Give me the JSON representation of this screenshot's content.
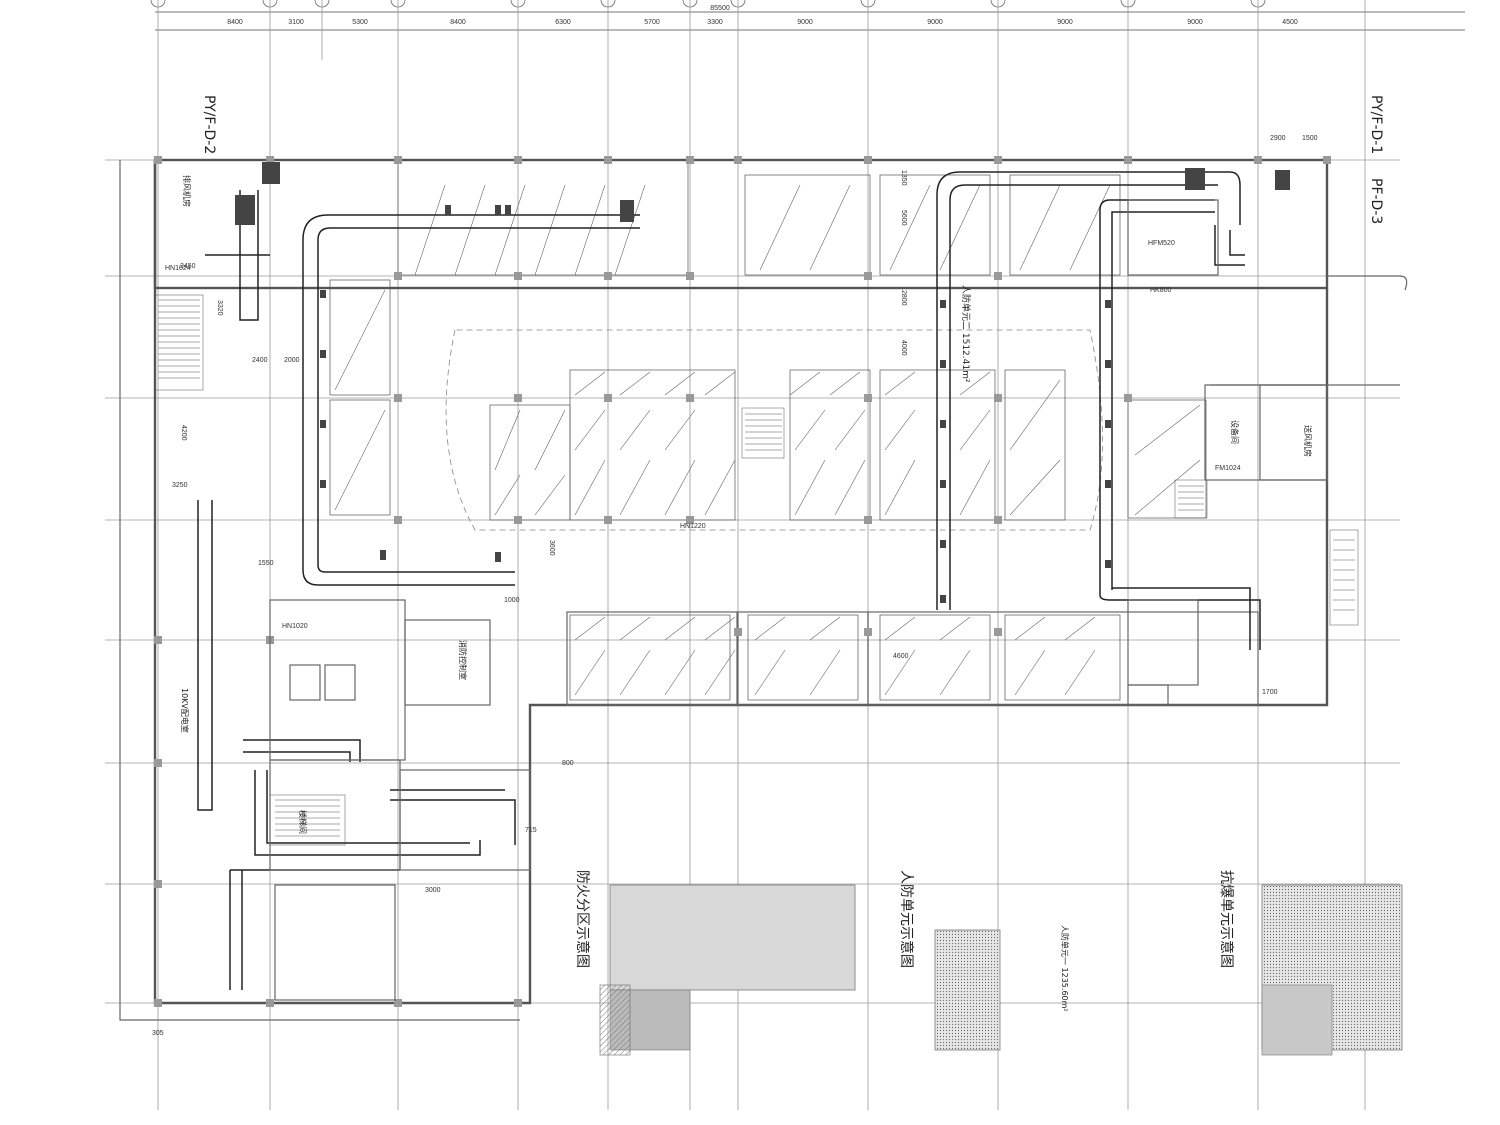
{
  "dimensions_top": [
    "8400",
    "3100",
    "5300",
    "8400",
    "6300",
    "5700",
    "3300",
    "9000",
    "9000",
    "9000",
    "9000",
    "4500"
  ],
  "dimension_total": "85500",
  "system_tags": {
    "pyf_d2": "PY/F-D-2",
    "pyf_d1": "PY/F-D-1",
    "pf_d3": "PF-D-3"
  },
  "zone_labels": {
    "fire_zone_title": "防火分区示意图",
    "civil_unit_title": "人防单元示意图",
    "resist_unit_title": "抗爆单元示意图",
    "main_area": "人防单元二 1512.41m²",
    "pit_area": "人防单元一 1235.60m²"
  },
  "room_labels": {
    "fan_room_1": "排风机房",
    "fan_room_2": "送风机房",
    "power_room": "10KV配电室",
    "stair": "楼梯间",
    "equipment": "设备间",
    "control": "消防控制室"
  },
  "fan_tags": {
    "hw_a": "HN1024",
    "hw_b": "HN1020",
    "hw_c": "HN1220",
    "hw_d": "FM1024",
    "hw_e": "HFM520",
    "hw_f": "HK800"
  },
  "misc_dims": {
    "d2450": "2450",
    "d2400": "2400",
    "d2000": "2000",
    "d3320": "3320",
    "d4200": "4200",
    "d3250": "3250",
    "d1550": "1550",
    "d4600": "4600",
    "d3600": "3600",
    "d1000": "1000",
    "d1700": "1700",
    "d2900": "2900",
    "d1500": "1500",
    "d1350": "1350",
    "d5600": "5600",
    "d2800": "2800",
    "d4000": "4000",
    "d3000": "3000",
    "d715": "715",
    "d800": "800",
    "d305": "305"
  },
  "colors": {
    "line": "#222222",
    "grid": "#9a9a9a",
    "hatch": "#555555"
  }
}
